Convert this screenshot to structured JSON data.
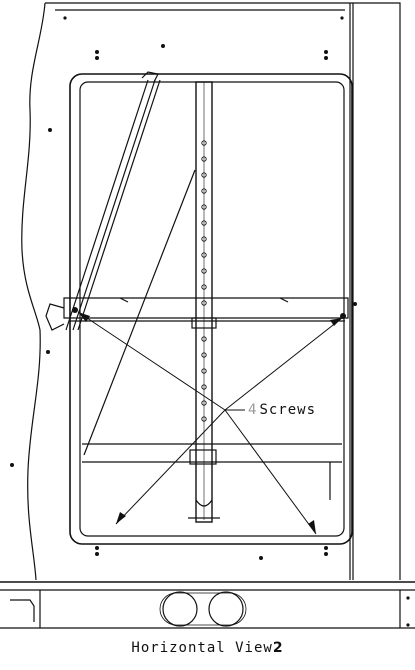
{
  "callout": {
    "quantity": "4",
    "label": "Screws"
  },
  "caption": {
    "text": "Horizontal View",
    "number": "2"
  },
  "colors": {
    "line": "#111111",
    "quantity_text": "#9a9a9a",
    "background": "#ffffff"
  }
}
